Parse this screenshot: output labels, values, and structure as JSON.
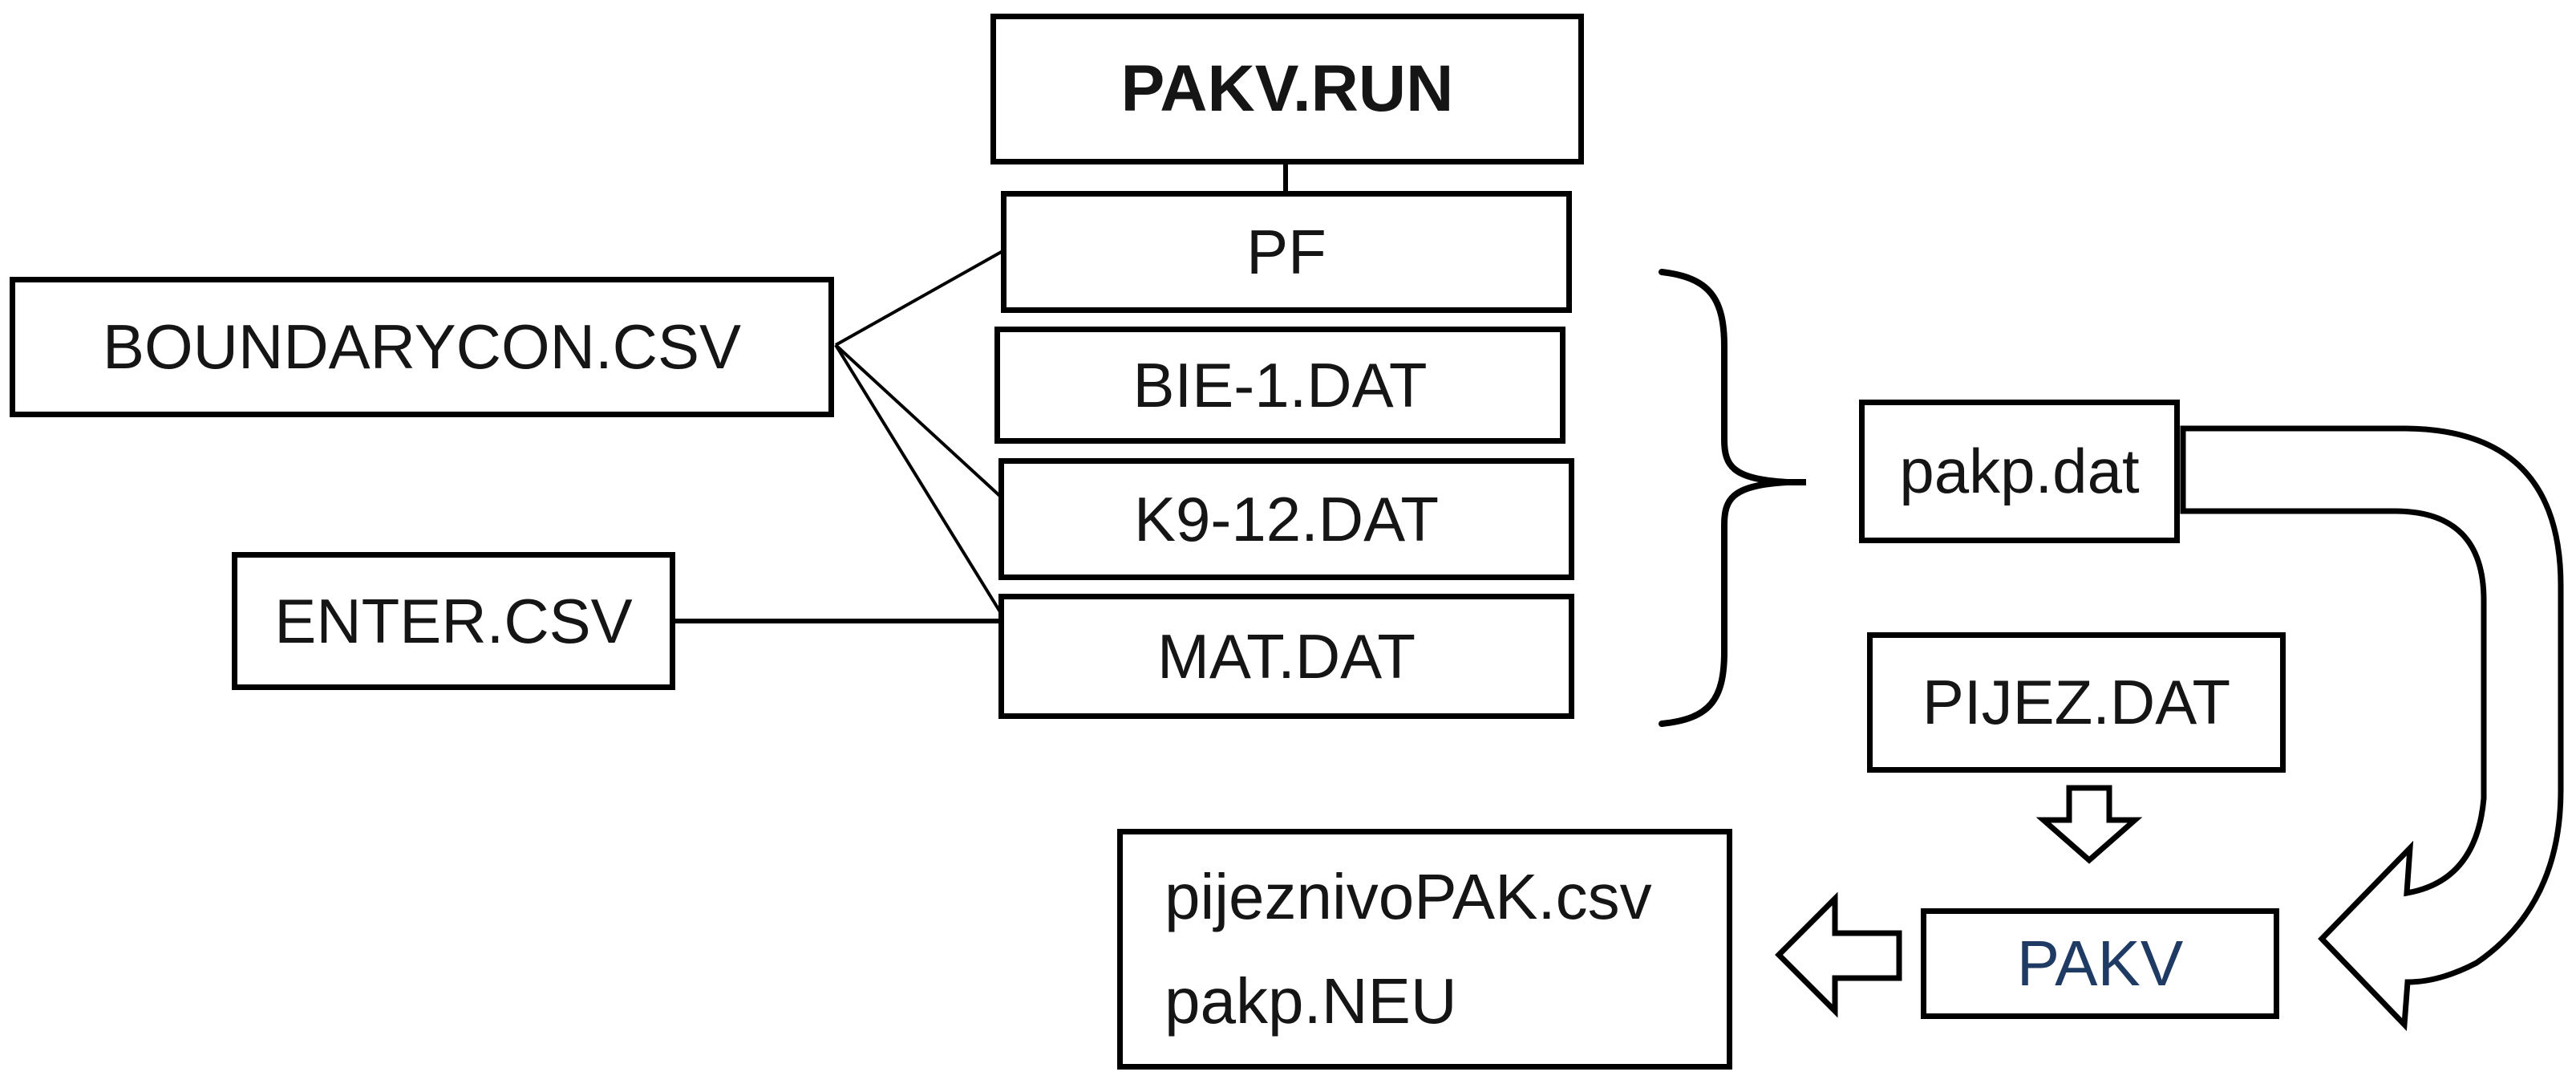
{
  "diagram": {
    "title_box": {
      "label": "PAKV.RUN"
    },
    "input_files": {
      "boundarycon": {
        "label": "BOUNDARYCON.CSV"
      },
      "enter": {
        "label": "ENTER.CSV"
      }
    },
    "run_items": {
      "pf": {
        "label": "PF"
      },
      "bie1": {
        "label": "BIE-1.DAT"
      },
      "k912": {
        "label": "K9-12.DAT"
      },
      "mat": {
        "label": "MAT.DAT"
      }
    },
    "merged_file": {
      "label": "pakp.dat"
    },
    "pijez_file": {
      "label": "PIJEZ.DAT"
    },
    "program": {
      "label": "PAKV",
      "text_color": "#1f3a63"
    },
    "output_box": {
      "line1": "pijeznivoPAK.csv",
      "line2": "pakp.NEU"
    },
    "connectors": {
      "brace": "curly-brace-grouping-run-items-to-pakp",
      "curved_arrow": "pakp-to-pakv-curved-arrow",
      "down_arrow": "pijez-to-pakv-arrow",
      "left_arrow": "pakv-to-output-arrow"
    },
    "colors": {
      "line": "#000000",
      "background": "#ffffff",
      "pakv_text": "#1f3a63"
    }
  }
}
